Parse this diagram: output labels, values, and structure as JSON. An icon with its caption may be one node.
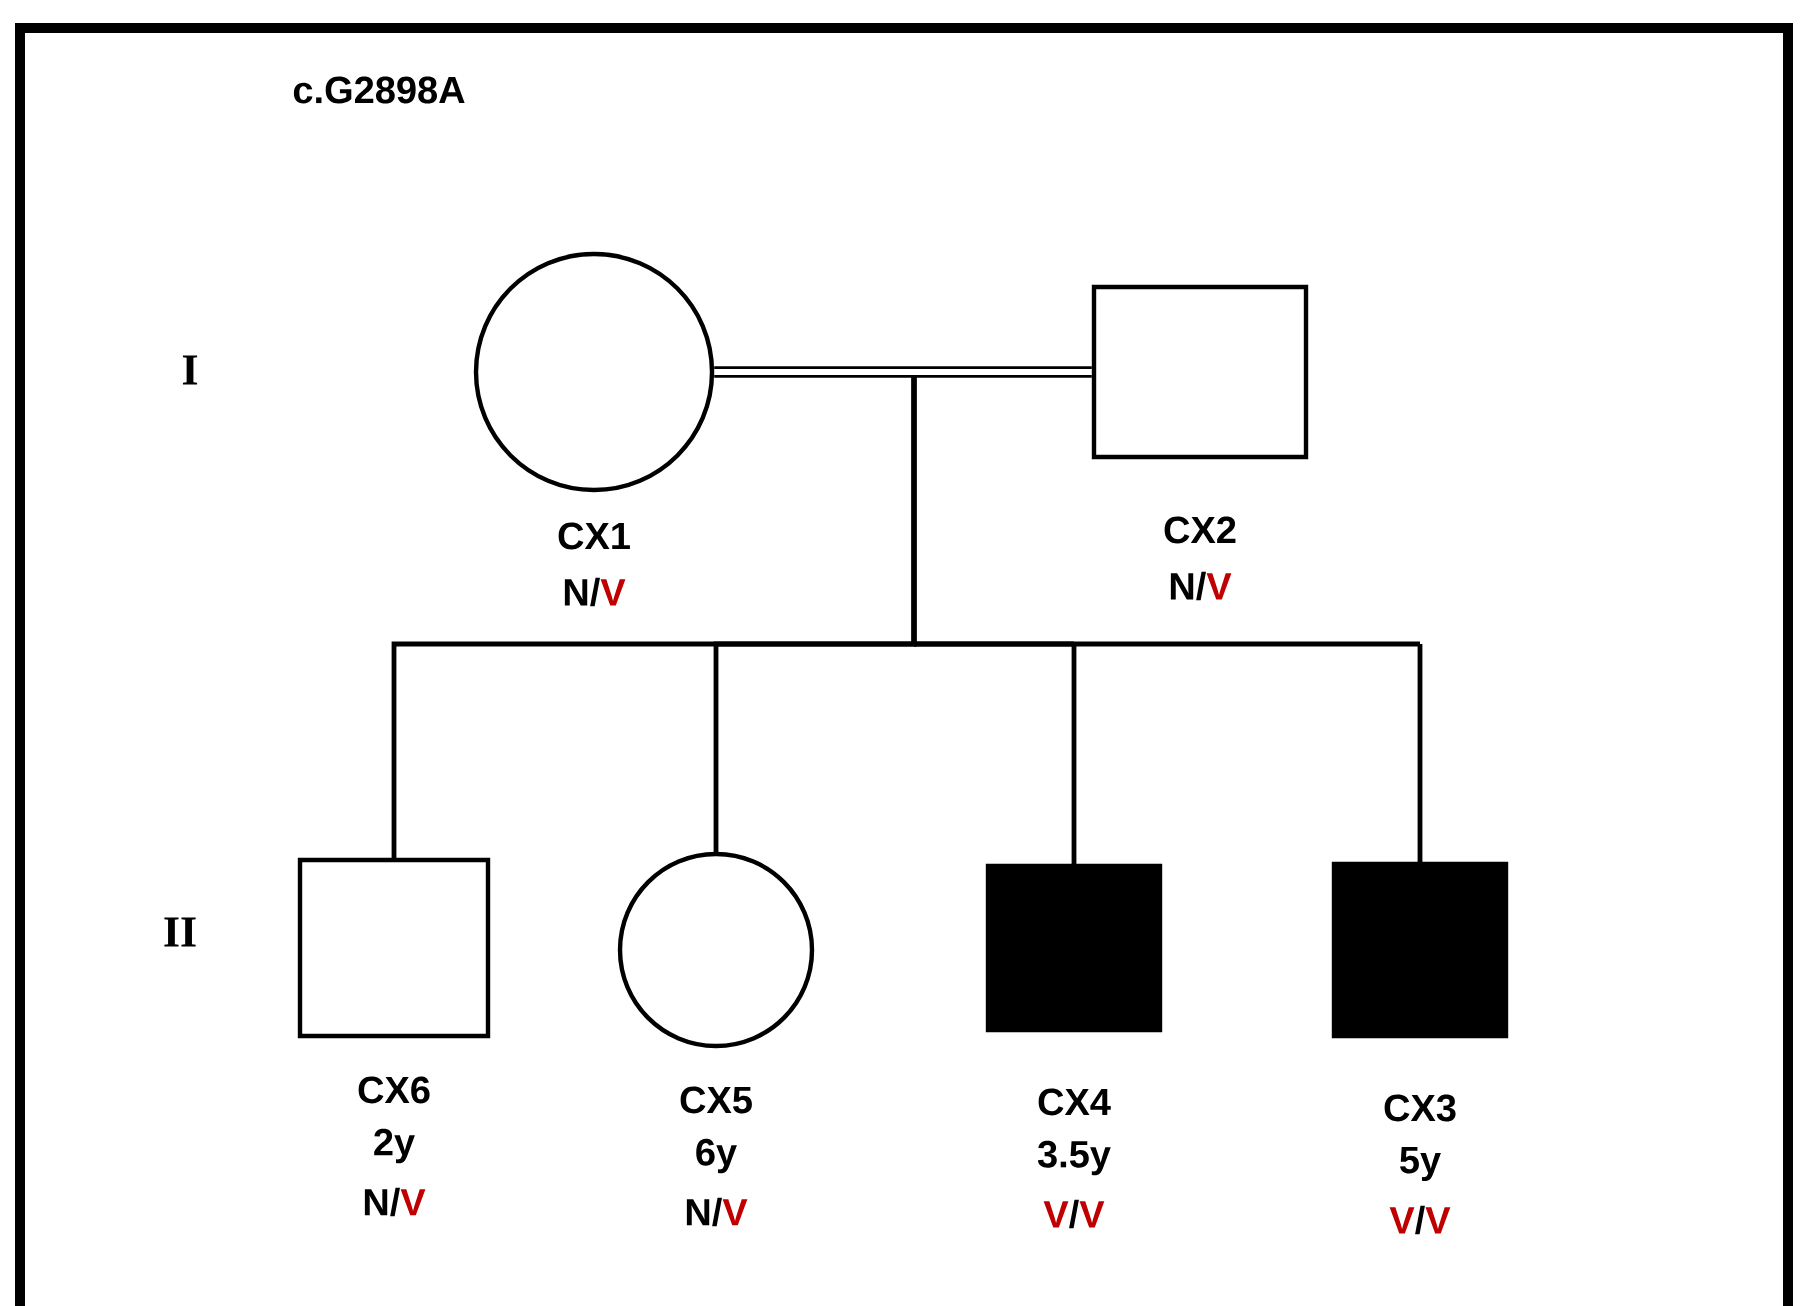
{
  "diagram": {
    "title": "c.G2898A",
    "nodes": [
      {
        "text": [],
        "shape": "circle",
        "beside": [
          "CX1",
          "N/V"
        ]
      },
      {
        "text": [],
        "shape": "square",
        "beside": [
          "CX2",
          "N/V"
        ]
      },
      {
        "text": [],
        "shape": "square",
        "beside": [
          "CX6",
          "2y",
          "N/V"
        ]
      },
      {
        "text": [],
        "shape": "circle",
        "beside": [
          "CX5",
          "6y",
          "N/V"
        ]
      },
      {
        "text": [],
        "shape": "filled-square",
        "beside": [
          "CX4",
          "3.5y",
          "V/V"
        ]
      },
      {
        "text": [],
        "shape": "filled-square",
        "beside": [
          "CX3",
          "5y",
          "V/V"
        ]
      }
    ],
    "edges": [
      {
        "from": 0,
        "to": 1,
        "arrow": "none",
        "style": "thick"
      },
      {
        "from": 0,
        "to": 2,
        "arrow": "none"
      },
      {
        "from": 1,
        "to": 2,
        "arrow": "none"
      },
      {
        "from": 0,
        "to": 3,
        "arrow": "none"
      },
      {
        "from": 1,
        "to": 3,
        "arrow": "none"
      },
      {
        "from": 0,
        "to": 4,
        "arrow": "none"
      },
      {
        "from": 1,
        "to": 4,
        "arrow": "none"
      },
      {
        "from": 0,
        "to": 5,
        "arrow": "none"
      },
      {
        "from": 1,
        "to": 5,
        "arrow": "none"
      }
    ],
    "labels": [
      "I",
      "II"
    ]
  }
}
